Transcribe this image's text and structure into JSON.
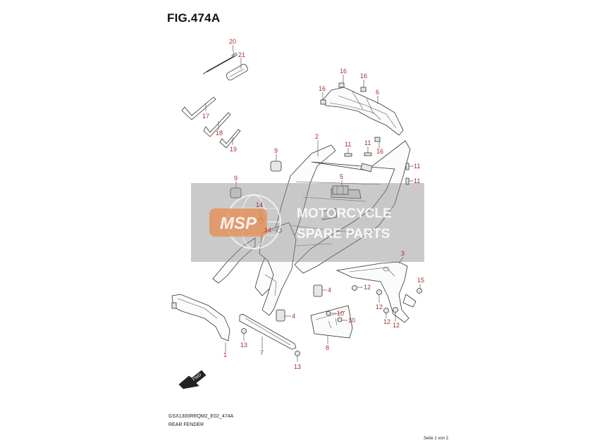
{
  "figure": {
    "title": "FIG.474A",
    "code": "GSX1300RRQM2_E02_474A",
    "name": "REAR FENDER",
    "page": "Seite 1 von 2"
  },
  "watermark": {
    "logo": "MSP",
    "line1": "MOTORCYCLE",
    "line2": "SPARE PARTS"
  },
  "direction_arrow": {
    "label": "FWD"
  },
  "callouts": [
    {
      "id": "c20",
      "label": "20"
    },
    {
      "id": "c21",
      "label": "21"
    },
    {
      "id": "c17",
      "label": "17"
    },
    {
      "id": "c18",
      "label": "18"
    },
    {
      "id": "c19",
      "label": "19"
    },
    {
      "id": "c16a",
      "label": "16"
    },
    {
      "id": "c16b",
      "label": "16"
    },
    {
      "id": "c16c",
      "label": "16"
    },
    {
      "id": "c6",
      "label": "6"
    },
    {
      "id": "c2",
      "label": "2"
    },
    {
      "id": "c11a",
      "label": "11"
    },
    {
      "id": "c11b",
      "label": "11"
    },
    {
      "id": "c16d",
      "label": "16"
    },
    {
      "id": "c11c",
      "label": "11"
    },
    {
      "id": "c11d",
      "label": "11"
    },
    {
      "id": "c9a",
      "label": "9"
    },
    {
      "id": "c9b",
      "label": "9"
    },
    {
      "id": "c5",
      "label": "5"
    },
    {
      "id": "c14a",
      "label": "14"
    },
    {
      "id": "c14b",
      "label": "14"
    },
    {
      "id": "c3",
      "label": "3"
    },
    {
      "id": "c15",
      "label": "15"
    },
    {
      "id": "c12a",
      "label": "12"
    },
    {
      "id": "c12b",
      "label": "12"
    },
    {
      "id": "c12c",
      "label": "12"
    },
    {
      "id": "c12d",
      "label": "12"
    },
    {
      "id": "c4a",
      "label": "4"
    },
    {
      "id": "c4b",
      "label": "4"
    },
    {
      "id": "c10a",
      "label": "10"
    },
    {
      "id": "c10b",
      "label": "10"
    },
    {
      "id": "c8",
      "label": "8"
    },
    {
      "id": "c1",
      "label": "1"
    },
    {
      "id": "c7",
      "label": "7"
    },
    {
      "id": "c13a",
      "label": "13"
    },
    {
      "id": "c13b",
      "label": "13"
    }
  ]
}
